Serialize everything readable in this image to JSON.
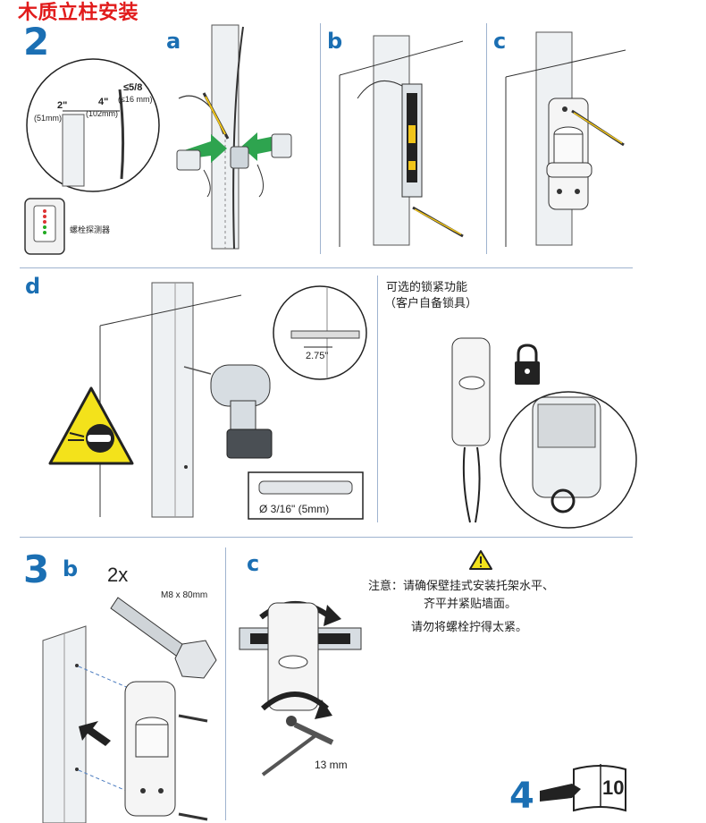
{
  "title": "木质立柱安装",
  "colors": {
    "title_red": "#e11b1b",
    "step_blue": "#1b6fb3",
    "arrow_green": "#2ea44f",
    "warning_yellow": "#f3e21b",
    "divider": "#9fb3cf"
  },
  "step2": {
    "number": "2",
    "sub_a": "a",
    "sub_b": "b",
    "sub_c": "c",
    "sub_d": "d",
    "dim_2in": "2\"",
    "dim_2in_mm": "(51mm)",
    "dim_4in": "4\"",
    "dim_4in_mm": "(102mm)",
    "dim_58": "≤5/8",
    "dim_58_mm": "(≤16 mm)",
    "stud_finder_label": "螺栓探测器",
    "drill_depth": "2.75\"",
    "drill_bit_size": "Ø 3/16\" (5mm)",
    "optional_lock_title": "可选的锁紧功能",
    "optional_lock_sub": "（客户自备锁具）",
    "icons": [
      "stud-finder-icon",
      "drill-icon",
      "level-icon",
      "padlock-icon",
      "safety-glasses-warning-icon"
    ]
  },
  "step3": {
    "number": "3",
    "sub_b": "b",
    "sub_c": "c",
    "qty": "2x",
    "bolt_spec": "M8 x 80mm",
    "wrench_size": "13 mm",
    "caution_line1": "注意：请确保壁挂式安装托架水平、",
    "caution_line2": "齐平并紧贴墙面。",
    "caution_line3": "请勿将螺栓拧得太紧。"
  },
  "next": {
    "number": "4",
    "page": "10",
    "icon": "pointing-hand-book-icon"
  }
}
